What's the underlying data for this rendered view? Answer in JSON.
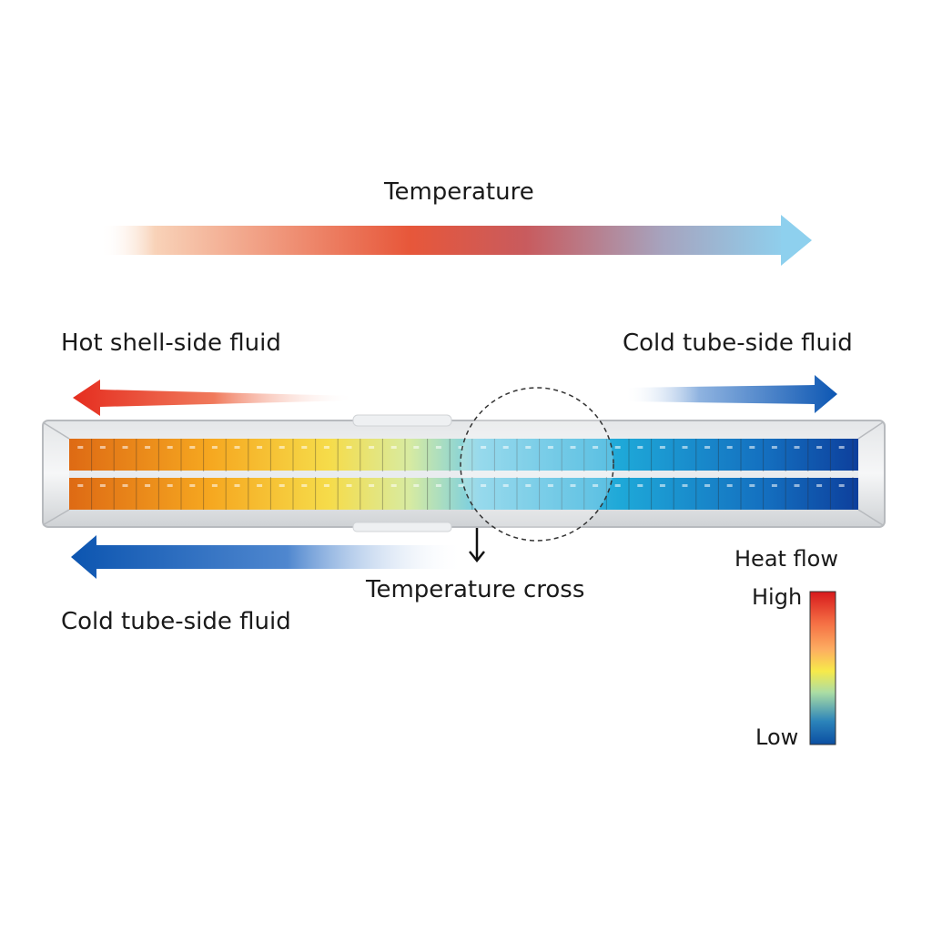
{
  "labels": {
    "temperature": "Temperature",
    "hot_shell_side_fluid": "Hot shell-side fluid",
    "cold_tube_side_fluid_top": "Cold tube-side fluid",
    "cold_tube_side_fluid_bottom": "Cold tube-side fluid",
    "temperature_cross": "Temperature cross"
  },
  "legend": {
    "title": "Heat flow",
    "high_label": "High",
    "low_label": "Low",
    "colors": [
      "#d7191c",
      "#f46d43",
      "#fdae61",
      "#fee08b",
      "#abdda4",
      "#2b83ba",
      "#0b4ea2"
    ]
  },
  "colors": {
    "hot": "#e8412c",
    "cold": "#0b56b0",
    "light_blue": "#7ec8ea",
    "frame": "#c9ccd0"
  }
}
